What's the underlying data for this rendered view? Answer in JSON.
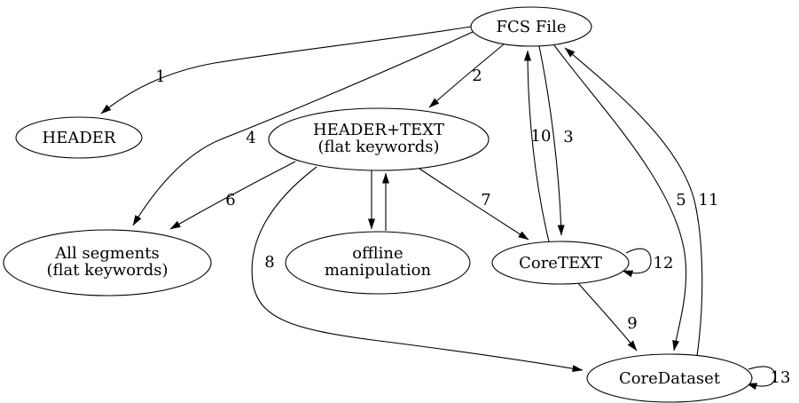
{
  "diagram": {
    "background_color": "#ffffff",
    "line_color": "#000000",
    "nodes": {
      "fcs_file": {
        "label": "FCS File"
      },
      "header": {
        "label": "HEADER"
      },
      "header_text": {
        "line1": "HEADER+TEXT",
        "line2": "(flat keywords)"
      },
      "all_segments": {
        "line1": "All segments",
        "line2": "(flat keywords)"
      },
      "offline_manipulation": {
        "line1": "offline",
        "line2": "manipulation"
      },
      "core_text": {
        "label": "CoreTEXT"
      },
      "core_dataset": {
        "label": "CoreDataset"
      }
    },
    "edges": {
      "e1": {
        "label": "1",
        "from": "FCS File",
        "to": "HEADER"
      },
      "e2": {
        "label": "2",
        "from": "FCS File",
        "to": "HEADER+TEXT (flat keywords)"
      },
      "e3": {
        "label": "3",
        "from": "FCS File",
        "to": "CoreTEXT"
      },
      "e4": {
        "label": "4",
        "from": "FCS File",
        "to": "All segments (flat keywords)"
      },
      "e5": {
        "label": "5",
        "from": "FCS File",
        "to": "CoreDataset"
      },
      "e6": {
        "label": "6",
        "from": "HEADER+TEXT (flat keywords)",
        "to": "All segments (flat keywords)"
      },
      "e7": {
        "label": "7",
        "from": "HEADER+TEXT (flat keywords)",
        "to": "CoreTEXT"
      },
      "e8": {
        "label": "8",
        "from": "HEADER+TEXT (flat keywords)",
        "to": "CoreDataset"
      },
      "e9": {
        "label": "9",
        "from": "CoreTEXT",
        "to": "CoreDataset"
      },
      "e10": {
        "label": "10",
        "from": "CoreTEXT",
        "to": "FCS File"
      },
      "e11": {
        "label": "11",
        "from": "CoreDataset",
        "to": "FCS File"
      },
      "e12": {
        "label": "12",
        "from": "CoreTEXT",
        "to": "CoreTEXT"
      },
      "e13": {
        "label": "13",
        "from": "CoreDataset",
        "to": "CoreDataset"
      },
      "offline_down": {
        "label": "",
        "from": "HEADER+TEXT (flat keywords)",
        "to": "offline manipulation"
      },
      "offline_up": {
        "label": "",
        "from": "offline manipulation",
        "to": "HEADER+TEXT (flat keywords)"
      }
    }
  }
}
